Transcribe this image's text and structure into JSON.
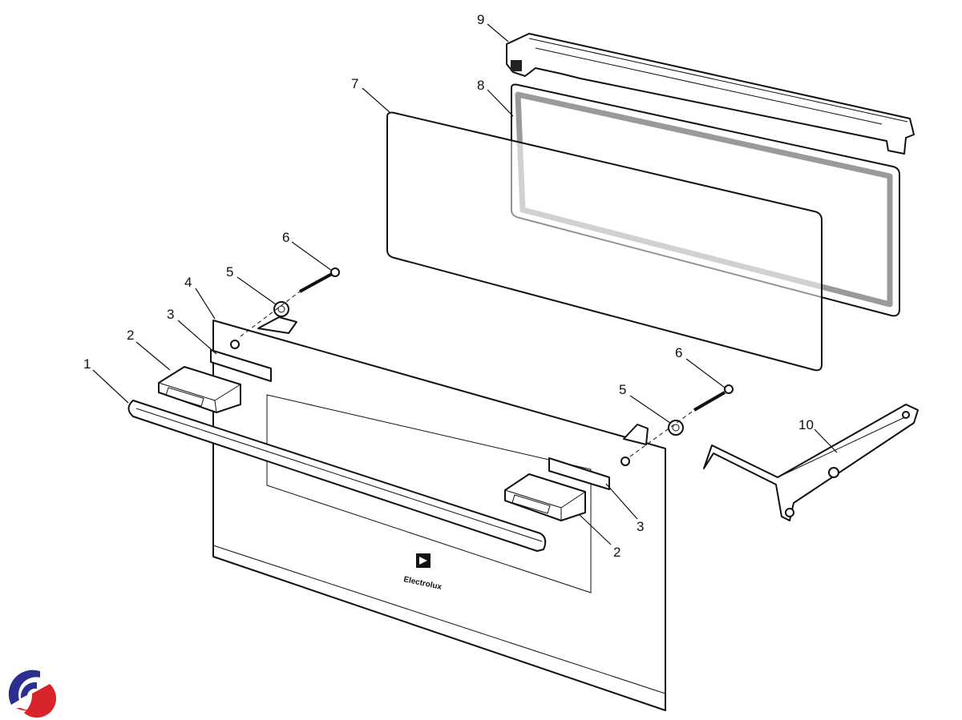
{
  "diagram": {
    "brand_logo_text": "Electrolux",
    "part_labels": [
      {
        "id": "label-1",
        "text": "1"
      },
      {
        "id": "label-2a",
        "text": "2"
      },
      {
        "id": "label-2b",
        "text": "2"
      },
      {
        "id": "label-3a",
        "text": "3"
      },
      {
        "id": "label-3b",
        "text": "3"
      },
      {
        "id": "label-4",
        "text": "4"
      },
      {
        "id": "label-5a",
        "text": "5"
      },
      {
        "id": "label-5b",
        "text": "5"
      },
      {
        "id": "label-6a",
        "text": "6"
      },
      {
        "id": "label-6b",
        "text": "6"
      },
      {
        "id": "label-7",
        "text": "7"
      },
      {
        "id": "label-8",
        "text": "8"
      },
      {
        "id": "label-9",
        "text": "9"
      },
      {
        "id": "label-10",
        "text": "10"
      }
    ],
    "colors": {
      "line": "#111111",
      "glass_gasket": "#9a9a9a",
      "logo_blue": "#2b2f8f",
      "logo_red": "#d8242b"
    }
  }
}
